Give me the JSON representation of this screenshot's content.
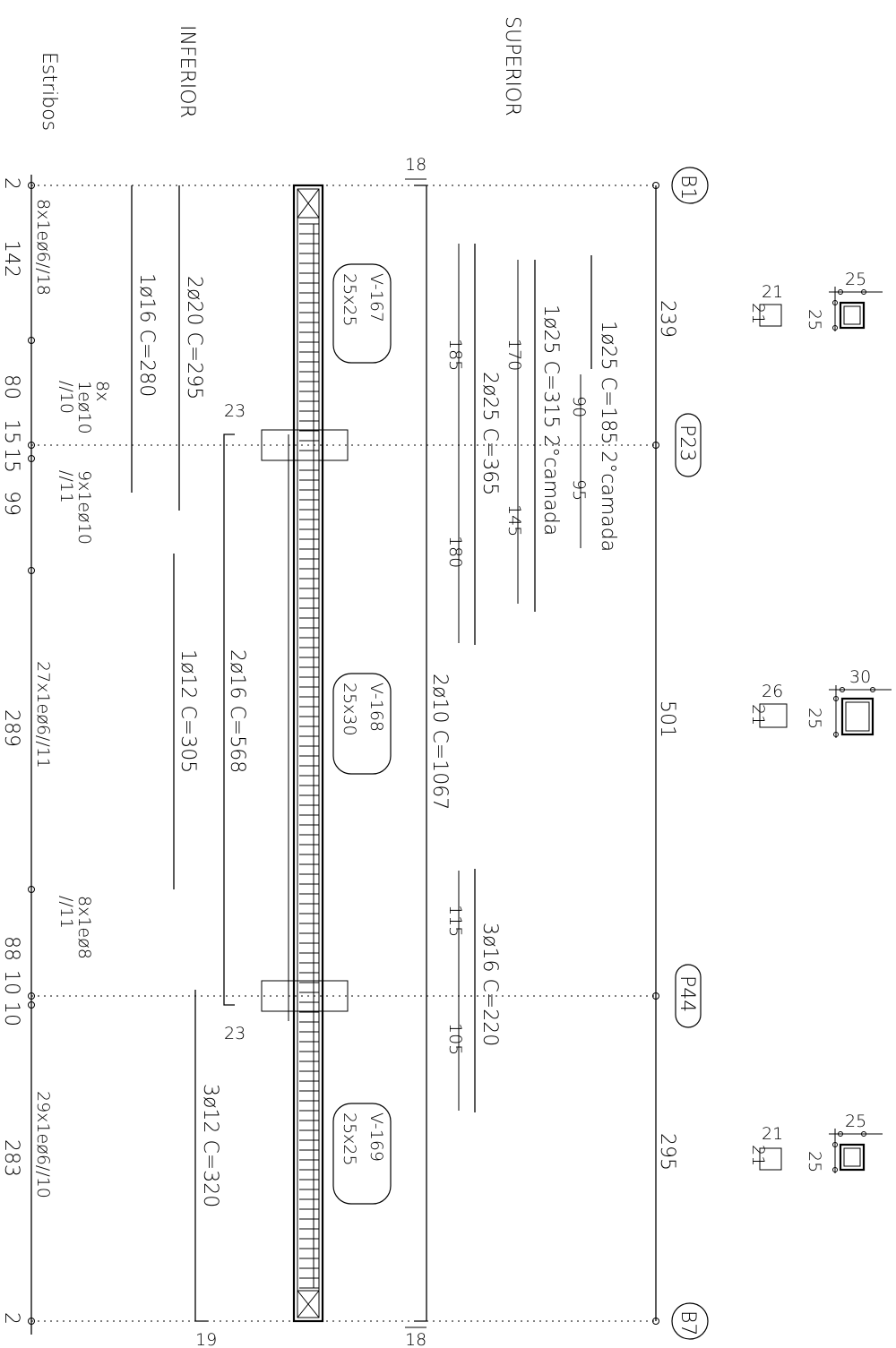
{
  "headers": {
    "superior": "SUPERIOR",
    "inferior": "INFERIOR",
    "estribos": "Estribos"
  },
  "supports": [
    {
      "label": "B1"
    },
    {
      "label": "P23"
    },
    {
      "label": "P44"
    },
    {
      "label": "B7"
    }
  ],
  "span_lengths": [
    "239",
    "501",
    "295"
  ],
  "beams": [
    {
      "name": "V-167",
      "section": "25x25"
    },
    {
      "name": "V-168",
      "section": "25x30"
    },
    {
      "name": "V-169",
      "section": "25x25"
    }
  ],
  "sections": [
    {
      "width": "25",
      "height": "25",
      "col_w": "21",
      "col_h": "21"
    },
    {
      "width": "30",
      "height": "25",
      "col_w": "26",
      "col_h": "21"
    },
    {
      "width": "25",
      "height": "25",
      "col_w": "21",
      "col_h": "21"
    }
  ],
  "top_bars": {
    "bar1": {
      "label": "1ø25 C=185 2°camada",
      "d1": "90",
      "d2": "95"
    },
    "bar2": {
      "label": "1ø25 C=315 2°camada",
      "d1": "170",
      "d2": "145"
    },
    "bar3": {
      "label": "2ø25 C=365",
      "d1": "185",
      "d2": "180"
    },
    "bar4": {
      "label": "3ø16 C=220",
      "d1": "115",
      "d2": "105"
    },
    "continuous": {
      "label": "2ø10 C=1067",
      "end_top": "18",
      "end_bottom": "18"
    }
  },
  "bottom_bars": {
    "bar1": {
      "label": "2ø20 C=295"
    },
    "bar2": {
      "label": "1ø16 C=280"
    },
    "bar3": {
      "label": "2ø16 C=568",
      "end_top": "23",
      "end_bottom": "23"
    },
    "bar4": {
      "label": "1ø12 C=305"
    },
    "bar5": {
      "label": "3ø12 C=320",
      "end_bottom": "19"
    }
  },
  "stirrups": {
    "lengths": [
      "2",
      "142",
      "80",
      "15",
      "15",
      "99",
      "289",
      "88",
      "10",
      "10",
      "283",
      "2"
    ],
    "groups": [
      "8x1eø6//18",
      "8x\n1eø10\n//10",
      "9x1eø10\n//11",
      "27x1eø6//11",
      "8x1eø8\n//11",
      "29x1eø6//10"
    ]
  }
}
